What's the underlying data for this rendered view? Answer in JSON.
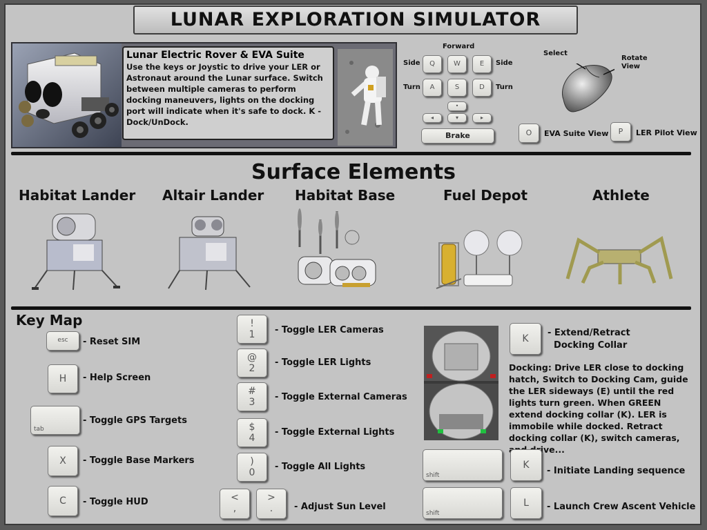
{
  "title": "LUNAR EXPLORATION SIMULATOR",
  "intro": {
    "heading": "Lunar Electric Rover & EVA Suite",
    "body": "Use the keys or Joystic to drive your LER or Astronaut around the Lunar surface. Switch between multiple cameras to perform docking maneuvers, lights on the docking port will indicate when it's safe to dock. K - Dock/UnDock."
  },
  "controls": {
    "forward": "Forward",
    "side_left": "Side",
    "side_right": "Side",
    "turn_left": "Turn",
    "turn_right": "Turn",
    "keys": {
      "q": "Q",
      "w": "W",
      "e": "E",
      "a": "A",
      "s": "S",
      "d": "D"
    },
    "arrows": {
      "up": "•",
      "left": "◂",
      "down": "▾",
      "right": "▸"
    },
    "brake": "Brake",
    "mouse_select": "Select",
    "mouse_rotate": "Rotate\nView",
    "eva_key": "O",
    "eva_label": "EVA Suite View",
    "ler_key": "P",
    "ler_label": "LER Pilot View"
  },
  "surface": {
    "title": "Surface Elements",
    "items": [
      "Habitat Lander",
      "Altair Lander",
      "Habitat Base",
      "Fuel Depot",
      "Athlete"
    ]
  },
  "keymap": {
    "title": "Key Map",
    "left": [
      {
        "key": "esc",
        "label": "- Reset SIM"
      },
      {
        "key": "H",
        "label": "- Help Screen"
      },
      {
        "key": "tab",
        "label": "- Toggle GPS Targets"
      },
      {
        "key": "X",
        "label": "- Toggle Base Markers"
      },
      {
        "key": "C",
        "label": "- Toggle HUD"
      }
    ],
    "middle": [
      {
        "top": "!",
        "bottom": "1",
        "label": "- Toggle LER Cameras"
      },
      {
        "top": "@",
        "bottom": "2",
        "label": "- Toggle LER Lights"
      },
      {
        "top": "#",
        "bottom": "3",
        "label": "- Toggle External Cameras"
      },
      {
        "top": "$",
        "bottom": "4",
        "label": "- Toggle External Lights"
      },
      {
        "top": ")",
        "bottom": "0",
        "label": "- Toggle All Lights"
      }
    ],
    "sun": {
      "k1_top": "<",
      "k1_bottom": ",",
      "k2_top": ">",
      "k2_bottom": ".",
      "label": "- Adjust Sun Level"
    },
    "right": {
      "collar_key": "K",
      "collar_label": "- Extend/Retract\n  Docking Collar",
      "docking_text": "Docking: Drive LER close to docking hatch, Switch to Docking Cam, guide the LER sideways (E) until the red lights turn green. When GREEN extend docking collar (K). LER is immobile while docked. Retract docking collar (K), switch cameras, and drive...",
      "landing_shift": "shift",
      "landing_key": "K",
      "landing_label": "- Initiate Landing sequence",
      "ascent_shift": "shift",
      "ascent_key": "L",
      "ascent_label": "- Launch Crew Ascent Vehicle"
    }
  }
}
